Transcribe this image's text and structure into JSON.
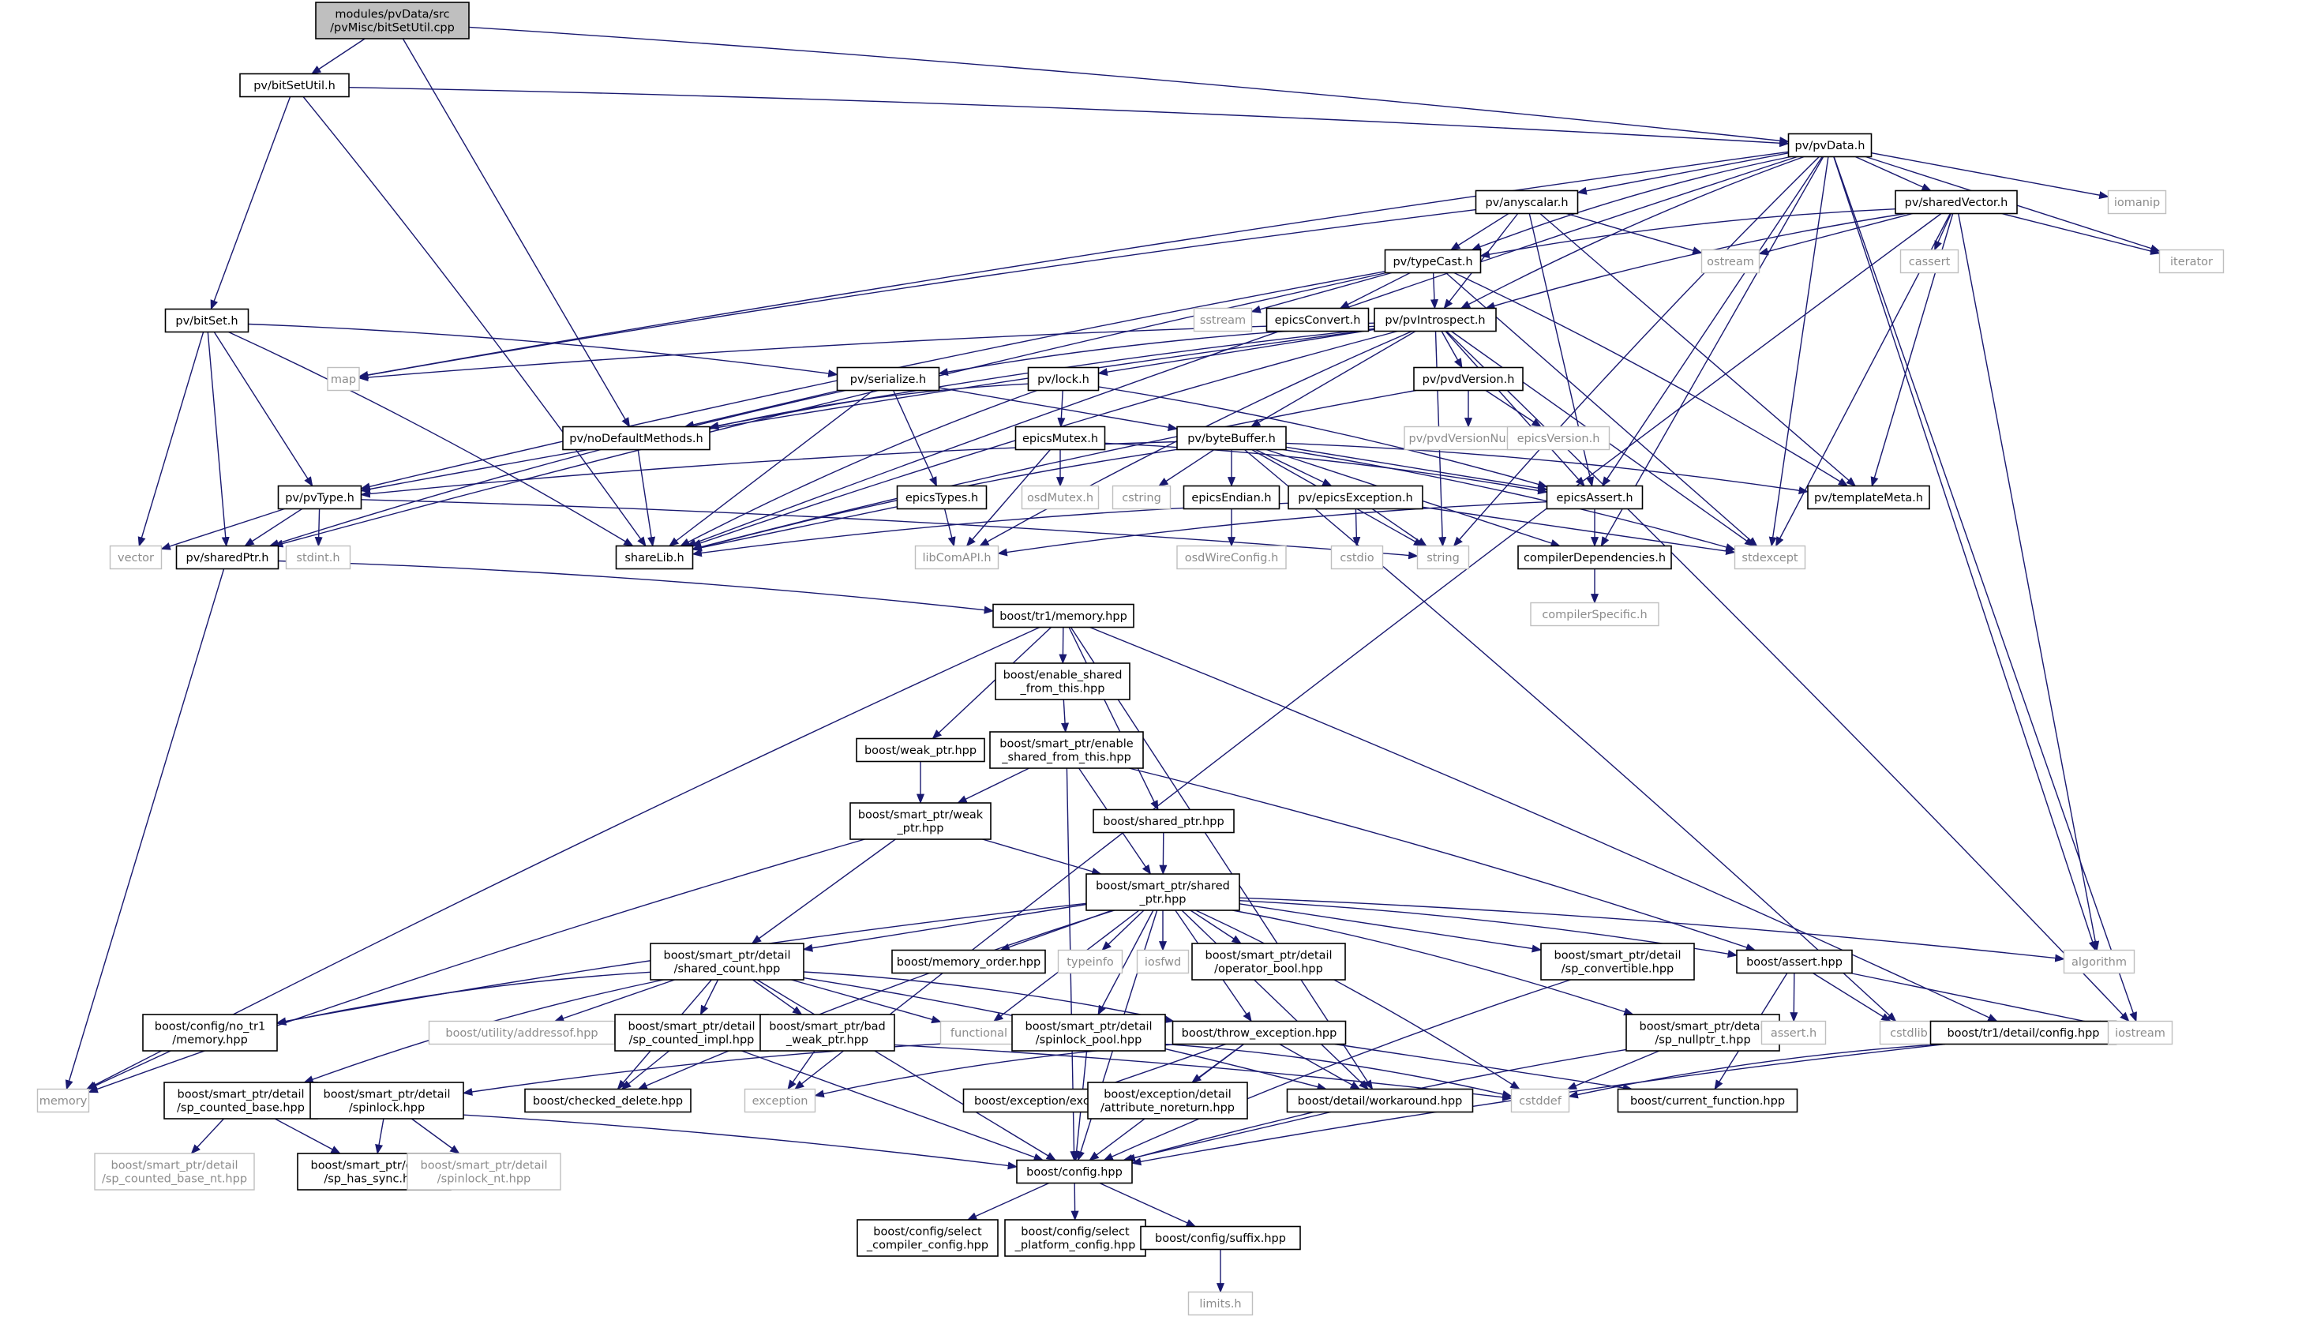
{
  "colors": {
    "edge": "#191970",
    "root_fill": "#bfbfbf",
    "external_border": "#bfbfbf",
    "external_text": "#8c8c8c"
  },
  "nodes": [
    {
      "id": "root",
      "lines": [
        "modules/pvData/src",
        "/pvMisc/bitSetUtil.cpp"
      ],
      "kind": "root"
    },
    {
      "id": "bitSetUtil",
      "lines": [
        "pv/bitSetUtil.h"
      ],
      "kind": "doc"
    },
    {
      "id": "pvData",
      "lines": [
        "pv/pvData.h"
      ],
      "kind": "doc"
    },
    {
      "id": "bitSet",
      "lines": [
        "pv/bitSet.h"
      ],
      "kind": "doc"
    },
    {
      "id": "anyscalar",
      "lines": [
        "pv/anyscalar.h"
      ],
      "kind": "doc"
    },
    {
      "id": "sharedVector",
      "lines": [
        "pv/sharedVector.h"
      ],
      "kind": "doc"
    },
    {
      "id": "iomanip",
      "lines": [
        "iomanip"
      ],
      "kind": "sys"
    },
    {
      "id": "ostream",
      "lines": [
        "ostream"
      ],
      "kind": "sys"
    },
    {
      "id": "cassert",
      "lines": [
        "cassert"
      ],
      "kind": "sys"
    },
    {
      "id": "iterator",
      "lines": [
        "iterator"
      ],
      "kind": "sys"
    },
    {
      "id": "typeCast",
      "lines": [
        "pv/typeCast.h"
      ],
      "kind": "doc"
    },
    {
      "id": "sstream",
      "lines": [
        "sstream"
      ],
      "kind": "sys"
    },
    {
      "id": "epicsConvert",
      "lines": [
        "epicsConvert.h"
      ],
      "kind": "doc"
    },
    {
      "id": "pvIntrospect",
      "lines": [
        "pv/pvIntrospect.h"
      ],
      "kind": "doc"
    },
    {
      "id": "map",
      "lines": [
        "map"
      ],
      "kind": "sys"
    },
    {
      "id": "serialize",
      "lines": [
        "pv/serialize.h"
      ],
      "kind": "doc"
    },
    {
      "id": "lock",
      "lines": [
        "pv/lock.h"
      ],
      "kind": "doc"
    },
    {
      "id": "pvdVersion",
      "lines": [
        "pv/pvdVersion.h"
      ],
      "kind": "doc"
    },
    {
      "id": "noDefault",
      "lines": [
        "pv/noDefaultMethods.h"
      ],
      "kind": "doc"
    },
    {
      "id": "byteBuffer",
      "lines": [
        "pv/byteBuffer.h"
      ],
      "kind": "doc"
    },
    {
      "id": "epicsMutex",
      "lines": [
        "epicsMutex.h"
      ],
      "kind": "doc"
    },
    {
      "id": "pvdVersionNum",
      "lines": [
        "pv/pvdVersionNum.h"
      ],
      "kind": "sys"
    },
    {
      "id": "epicsVersion",
      "lines": [
        "epicsVersion.h"
      ],
      "kind": "sys"
    },
    {
      "id": "pvType",
      "lines": [
        "pv/pvType.h"
      ],
      "kind": "doc"
    },
    {
      "id": "epicsTypes",
      "lines": [
        "epicsTypes.h"
      ],
      "kind": "doc"
    },
    {
      "id": "osdMutex",
      "lines": [
        "osdMutex.h"
      ],
      "kind": "sys"
    },
    {
      "id": "cstring",
      "lines": [
        "cstring"
      ],
      "kind": "sys"
    },
    {
      "id": "epicsEndian",
      "lines": [
        "epicsEndian.h"
      ],
      "kind": "doc"
    },
    {
      "id": "pvEpicsException",
      "lines": [
        "pv/epicsException.h"
      ],
      "kind": "doc"
    },
    {
      "id": "epicsAssert",
      "lines": [
        "epicsAssert.h"
      ],
      "kind": "doc"
    },
    {
      "id": "templateMeta",
      "lines": [
        "pv/templateMeta.h"
      ],
      "kind": "doc"
    },
    {
      "id": "vector",
      "lines": [
        "vector"
      ],
      "kind": "sys"
    },
    {
      "id": "stdint",
      "lines": [
        "stdint.h"
      ],
      "kind": "sys"
    },
    {
      "id": "sharedPtr",
      "lines": [
        "pv/sharedPtr.h"
      ],
      "kind": "doc"
    },
    {
      "id": "shareLib",
      "lines": [
        "shareLib.h"
      ],
      "kind": "doc"
    },
    {
      "id": "libComAPI",
      "lines": [
        "libComAPI.h"
      ],
      "kind": "sys"
    },
    {
      "id": "osdWireConfig",
      "lines": [
        "osdWireConfig.h"
      ],
      "kind": "sys"
    },
    {
      "id": "cstdio",
      "lines": [
        "cstdio"
      ],
      "kind": "sys"
    },
    {
      "id": "string",
      "lines": [
        "string"
      ],
      "kind": "sys"
    },
    {
      "id": "compilerDep",
      "lines": [
        "compilerDependencies.h"
      ],
      "kind": "doc"
    },
    {
      "id": "stdexcept",
      "lines": [
        "stdexcept"
      ],
      "kind": "sys"
    },
    {
      "id": "compilerSpecific",
      "lines": [
        "compilerSpecific.h"
      ],
      "kind": "sys"
    },
    {
      "id": "tr1memory",
      "lines": [
        "boost/tr1/memory.hpp"
      ],
      "kind": "doc"
    },
    {
      "id": "enableShared",
      "lines": [
        "boost/enable_shared",
        "_from_this.hpp"
      ],
      "kind": "doc"
    },
    {
      "id": "weakPtr",
      "lines": [
        "boost/weak_ptr.hpp"
      ],
      "kind": "doc"
    },
    {
      "id": "spEnableShared",
      "lines": [
        "boost/smart_ptr/enable",
        "_shared_from_this.hpp"
      ],
      "kind": "doc"
    },
    {
      "id": "spWeakPtr",
      "lines": [
        "boost/smart_ptr/weak",
        "_ptr.hpp"
      ],
      "kind": "doc"
    },
    {
      "id": "sharedPtrHpp",
      "lines": [
        "boost/shared_ptr.hpp"
      ],
      "kind": "doc"
    },
    {
      "id": "spSharedPtr",
      "lines": [
        "boost/smart_ptr/shared",
        "_ptr.hpp"
      ],
      "kind": "doc"
    },
    {
      "id": "memoryOrder",
      "lines": [
        "boost/memory_order.hpp"
      ],
      "kind": "doc"
    },
    {
      "id": "typeinfo",
      "lines": [
        "typeinfo"
      ],
      "kind": "sys"
    },
    {
      "id": "iosfwd",
      "lines": [
        "iosfwd"
      ],
      "kind": "sys"
    },
    {
      "id": "operatorBool",
      "lines": [
        "boost/smart_ptr/detail",
        "/operator_bool.hpp"
      ],
      "kind": "doc"
    },
    {
      "id": "spConvertible",
      "lines": [
        "boost/smart_ptr/detail",
        "/sp_convertible.hpp"
      ],
      "kind": "doc"
    },
    {
      "id": "boostAssert",
      "lines": [
        "boost/assert.hpp"
      ],
      "kind": "doc"
    },
    {
      "id": "algorithm",
      "lines": [
        "algorithm"
      ],
      "kind": "sys"
    },
    {
      "id": "sharedCount",
      "lines": [
        "boost/smart_ptr/detail",
        "/shared_count.hpp"
      ],
      "kind": "doc"
    },
    {
      "id": "noTr1",
      "lines": [
        "boost/config/no_tr1",
        "/memory.hpp"
      ],
      "kind": "doc"
    },
    {
      "id": "addressof",
      "lines": [
        "boost/utility/addressof.hpp"
      ],
      "kind": "sys"
    },
    {
      "id": "spCountedImpl",
      "lines": [
        "boost/smart_ptr/detail",
        "/sp_counted_impl.hpp"
      ],
      "kind": "doc"
    },
    {
      "id": "badWeakPtr",
      "lines": [
        "boost/smart_ptr/bad",
        "_weak_ptr.hpp"
      ],
      "kind": "doc"
    },
    {
      "id": "functional",
      "lines": [
        "functional"
      ],
      "kind": "sys"
    },
    {
      "id": "spinlockPool",
      "lines": [
        "boost/smart_ptr/detail",
        "/spinlock_pool.hpp"
      ],
      "kind": "doc"
    },
    {
      "id": "throwException",
      "lines": [
        "boost/throw_exception.hpp"
      ],
      "kind": "doc"
    },
    {
      "id": "spNullptr",
      "lines": [
        "boost/smart_ptr/detail",
        "/sp_nullptr_t.hpp"
      ],
      "kind": "doc"
    },
    {
      "id": "assertH",
      "lines": [
        "assert.h"
      ],
      "kind": "sys"
    },
    {
      "id": "cstdlib",
      "lines": [
        "cstdlib"
      ],
      "kind": "sys"
    },
    {
      "id": "tr1Config",
      "lines": [
        "boost/tr1/detail/config.hpp"
      ],
      "kind": "doc"
    },
    {
      "id": "iostream",
      "lines": [
        "iostream"
      ],
      "kind": "sys"
    },
    {
      "id": "memory",
      "lines": [
        "memory"
      ],
      "kind": "sys"
    },
    {
      "id": "spCountedBase",
      "lines": [
        "boost/smart_ptr/detail",
        "/sp_counted_base.hpp"
      ],
      "kind": "doc"
    },
    {
      "id": "spinlock",
      "lines": [
        "boost/smart_ptr/detail",
        "/spinlock.hpp"
      ],
      "kind": "doc"
    },
    {
      "id": "checkedDelete",
      "lines": [
        "boost/checked_delete.hpp"
      ],
      "kind": "doc"
    },
    {
      "id": "exception",
      "lines": [
        "exception"
      ],
      "kind": "sys"
    },
    {
      "id": "boostException",
      "lines": [
        "boost/exception/exception.hpp"
      ],
      "kind": "doc"
    },
    {
      "id": "attrNoreturn",
      "lines": [
        "boost/exception/detail",
        "/attribute_noreturn.hpp"
      ],
      "kind": "doc"
    },
    {
      "id": "workaround",
      "lines": [
        "boost/detail/workaround.hpp"
      ],
      "kind": "doc"
    },
    {
      "id": "cstddef",
      "lines": [
        "cstddef"
      ],
      "kind": "sys"
    },
    {
      "id": "currentFunction",
      "lines": [
        "boost/current_function.hpp"
      ],
      "kind": "doc"
    },
    {
      "id": "spCountedBaseNt",
      "lines": [
        "boost/smart_ptr/detail",
        "/sp_counted_base_nt.hpp"
      ],
      "kind": "sys"
    },
    {
      "id": "spHasSync",
      "lines": [
        "boost/smart_ptr/detail",
        "/sp_has_sync.hpp"
      ],
      "kind": "doc"
    },
    {
      "id": "spinlockNt",
      "lines": [
        "boost/smart_ptr/detail",
        "/spinlock_nt.hpp"
      ],
      "kind": "sys"
    },
    {
      "id": "boostConfig",
      "lines": [
        "boost/config.hpp"
      ],
      "kind": "doc"
    },
    {
      "id": "selectCompiler",
      "lines": [
        "boost/config/select",
        "_compiler_config.hpp"
      ],
      "kind": "doc"
    },
    {
      "id": "selectPlatform",
      "lines": [
        "boost/config/select",
        "_platform_config.hpp"
      ],
      "kind": "doc"
    },
    {
      "id": "suffix",
      "lines": [
        "boost/config/suffix.hpp"
      ],
      "kind": "doc"
    },
    {
      "id": "limits",
      "lines": [
        "limits.h"
      ],
      "kind": "sys"
    }
  ],
  "edges": [
    [
      "root",
      "bitSetUtil"
    ],
    [
      "root",
      "pvData"
    ],
    [
      "root",
      "noDefault"
    ],
    [
      "bitSetUtil",
      "pvData"
    ],
    [
      "bitSetUtil",
      "bitSet"
    ],
    [
      "bitSetUtil",
      "shareLib"
    ],
    [
      "pvData",
      "anyscalar"
    ],
    [
      "pvData",
      "sharedVector"
    ],
    [
      "pvData",
      "iomanip"
    ],
    [
      "pvData",
      "iterator"
    ],
    [
      "pvData",
      "typeCast"
    ],
    [
      "pvData",
      "pvIntrospect"
    ],
    [
      "pvData",
      "map"
    ],
    [
      "pvData",
      "epicsAssert"
    ],
    [
      "pvData",
      "stdexcept"
    ],
    [
      "pvData",
      "string"
    ],
    [
      "pvData",
      "algorithm"
    ],
    [
      "pvData",
      "iostream"
    ],
    [
      "pvData",
      "compilerDep"
    ],
    [
      "pvData",
      "shareLib"
    ],
    [
      "anyscalar",
      "typeCast"
    ],
    [
      "anyscalar",
      "pvIntrospect"
    ],
    [
      "anyscalar",
      "ostream"
    ],
    [
      "anyscalar",
      "epicsAssert"
    ],
    [
      "anyscalar",
      "templateMeta"
    ],
    [
      "anyscalar",
      "map"
    ],
    [
      "sharedVector",
      "ostream"
    ],
    [
      "sharedVector",
      "cassert"
    ],
    [
      "sharedVector",
      "iterator"
    ],
    [
      "sharedVector",
      "typeCast"
    ],
    [
      "sharedVector",
      "pvIntrospect"
    ],
    [
      "sharedVector",
      "templateMeta"
    ],
    [
      "sharedVector",
      "stdexcept"
    ],
    [
      "sharedVector",
      "algorithm"
    ],
    [
      "sharedVector",
      "exception"
    ],
    [
      "typeCast",
      "sstream"
    ],
    [
      "typeCast",
      "epicsConvert"
    ],
    [
      "typeCast",
      "pvIntrospect"
    ],
    [
      "typeCast",
      "pvType"
    ],
    [
      "typeCast",
      "templateMeta"
    ],
    [
      "typeCast",
      "stdexcept"
    ],
    [
      "typeCast",
      "sharedPtr"
    ],
    [
      "pvIntrospect",
      "map"
    ],
    [
      "pvIntrospect",
      "serialize"
    ],
    [
      "pvIntrospect",
      "lock"
    ],
    [
      "pvIntrospect",
      "pvdVersion"
    ],
    [
      "pvIntrospect",
      "noDefault"
    ],
    [
      "pvIntrospect",
      "byteBuffer"
    ],
    [
      "pvIntrospect",
      "pvType"
    ],
    [
      "pvIntrospect",
      "shareLib"
    ],
    [
      "pvIntrospect",
      "epicsAssert"
    ],
    [
      "pvIntrospect",
      "string"
    ],
    [
      "pvIntrospect",
      "stdexcept"
    ],
    [
      "pvIntrospect",
      "iostream"
    ],
    [
      "pvIntrospect",
      "libComAPI"
    ],
    [
      "bitSet",
      "serialize"
    ],
    [
      "bitSet",
      "pvType"
    ],
    [
      "bitSet",
      "sharedPtr"
    ],
    [
      "bitSet",
      "vector"
    ],
    [
      "bitSet",
      "shareLib"
    ],
    [
      "serialize",
      "byteBuffer"
    ],
    [
      "serialize",
      "epicsTypes"
    ],
    [
      "serialize",
      "noDefault"
    ],
    [
      "serialize",
      "shareLib"
    ],
    [
      "serialize",
      "sharedPtr"
    ],
    [
      "lock",
      "epicsMutex"
    ],
    [
      "lock",
      "noDefault"
    ],
    [
      "lock",
      "shareLib"
    ],
    [
      "lock",
      "epicsAssert"
    ],
    [
      "pvdVersion",
      "pvdVersionNum"
    ],
    [
      "pvdVersion",
      "epicsVersion"
    ],
    [
      "pvdVersion",
      "shareLib"
    ],
    [
      "noDefault",
      "shareLib"
    ],
    [
      "byteBuffer",
      "cstring"
    ],
    [
      "byteBuffer",
      "epicsEndian"
    ],
    [
      "byteBuffer",
      "pvEpicsException"
    ],
    [
      "byteBuffer",
      "epicsAssert"
    ],
    [
      "byteBuffer",
      "templateMeta"
    ],
    [
      "byteBuffer",
      "pvType"
    ],
    [
      "byteBuffer",
      "string"
    ],
    [
      "byteBuffer",
      "shareLib"
    ],
    [
      "byteBuffer",
      "compilerDep"
    ],
    [
      "byteBuffer",
      "stdexcept"
    ],
    [
      "byteBuffer",
      "cstdlib"
    ],
    [
      "epicsMutex",
      "osdMutex"
    ],
    [
      "epicsMutex",
      "libComAPI"
    ],
    [
      "epicsMutex",
      "epicsAssert"
    ],
    [
      "epicsTypes",
      "libComAPI"
    ],
    [
      "epicsTypes",
      "shareLib"
    ],
    [
      "epicsEndian",
      "osdWireConfig"
    ],
    [
      "pvEpicsException",
      "cstdio"
    ],
    [
      "pvEpicsException",
      "string"
    ],
    [
      "pvEpicsException",
      "stdexcept"
    ],
    [
      "pvEpicsException",
      "shareLib"
    ],
    [
      "epicsAssert",
      "compilerDep"
    ],
    [
      "epicsAssert",
      "libComAPI"
    ],
    [
      "compilerDep",
      "compilerSpecific"
    ],
    [
      "pvType",
      "vector"
    ],
    [
      "pvType",
      "stdint"
    ],
    [
      "pvType",
      "sharedPtr"
    ],
    [
      "pvType",
      "string"
    ],
    [
      "sharedPtr",
      "tr1memory"
    ],
    [
      "sharedPtr",
      "memory"
    ],
    [
      "tr1memory",
      "enableShared"
    ],
    [
      "tr1memory",
      "weakPtr"
    ],
    [
      "tr1memory",
      "sharedPtrHpp"
    ],
    [
      "tr1memory",
      "memory"
    ],
    [
      "tr1memory",
      "tr1Config"
    ],
    [
      "tr1memory",
      "workaround"
    ],
    [
      "enableShared",
      "spEnableShared"
    ],
    [
      "weakPtr",
      "spWeakPtr"
    ],
    [
      "spEnableShared",
      "spWeakPtr"
    ],
    [
      "spEnableShared",
      "spSharedPtr"
    ],
    [
      "spEnableShared",
      "boostAssert"
    ],
    [
      "spEnableShared",
      "boostConfig"
    ],
    [
      "spWeakPtr",
      "spSharedPtr"
    ],
    [
      "spWeakPtr",
      "sharedCount"
    ],
    [
      "spWeakPtr",
      "memory"
    ],
    [
      "sharedPtrHpp",
      "spSharedPtr"
    ],
    [
      "spSharedPtr",
      "memoryOrder"
    ],
    [
      "spSharedPtr",
      "typeinfo"
    ],
    [
      "spSharedPtr",
      "iosfwd"
    ],
    [
      "spSharedPtr",
      "operatorBool"
    ],
    [
      "spSharedPtr",
      "spConvertible"
    ],
    [
      "spSharedPtr",
      "boostAssert"
    ],
    [
      "spSharedPtr",
      "algorithm"
    ],
    [
      "spSharedPtr",
      "sharedCount"
    ],
    [
      "spSharedPtr",
      "noTr1"
    ],
    [
      "spSharedPtr",
      "functional"
    ],
    [
      "spSharedPtr",
      "spinlockPool"
    ],
    [
      "spSharedPtr",
      "throwException"
    ],
    [
      "spSharedPtr",
      "spNullptr"
    ],
    [
      "spSharedPtr",
      "checkedDelete"
    ],
    [
      "spSharedPtr",
      "workaround"
    ],
    [
      "spSharedPtr",
      "cstddef"
    ],
    [
      "spSharedPtr",
      "boostConfig"
    ],
    [
      "boostAssert",
      "assertH"
    ],
    [
      "boostAssert",
      "cstdlib"
    ],
    [
      "boostAssert",
      "iostream"
    ],
    [
      "boostAssert",
      "currentFunction"
    ],
    [
      "sharedCount",
      "noTr1"
    ],
    [
      "sharedCount",
      "addressof"
    ],
    [
      "sharedCount",
      "spCountedImpl"
    ],
    [
      "sharedCount",
      "badWeakPtr"
    ],
    [
      "sharedCount",
      "functional"
    ],
    [
      "sharedCount",
      "throwException"
    ],
    [
      "sharedCount",
      "spCountedBase"
    ],
    [
      "sharedCount",
      "checkedDelete"
    ],
    [
      "sharedCount",
      "workaround"
    ],
    [
      "sharedCount",
      "boostConfig"
    ],
    [
      "noTr1",
      "memory"
    ],
    [
      "spCountedImpl",
      "checkedDelete"
    ],
    [
      "spCountedImpl",
      "cstddef"
    ],
    [
      "spCountedImpl",
      "boostConfig"
    ],
    [
      "badWeakPtr",
      "exception"
    ],
    [
      "spinlockPool",
      "spinlock"
    ],
    [
      "spinlockPool",
      "cstddef"
    ],
    [
      "spinlockPool",
      "boostConfig"
    ],
    [
      "throwException",
      "exception"
    ],
    [
      "throwException",
      "boostException"
    ],
    [
      "throwException",
      "attrNoreturn"
    ],
    [
      "throwException",
      "workaround"
    ],
    [
      "throwException",
      "currentFunction"
    ],
    [
      "throwException",
      "boostConfig"
    ],
    [
      "spNullptr",
      "cstddef"
    ],
    [
      "spNullptr",
      "boostConfig"
    ],
    [
      "spConvertible",
      "boostConfig"
    ],
    [
      "tr1Config",
      "cstddef"
    ],
    [
      "tr1Config",
      "boostConfig"
    ],
    [
      "spCountedBase",
      "spCountedBaseNt"
    ],
    [
      "spCountedBase",
      "spHasSync"
    ],
    [
      "spCountedBase",
      "boostConfig"
    ],
    [
      "spinlock",
      "spHasSync"
    ],
    [
      "spinlock",
      "spinlockNt"
    ],
    [
      "workaround",
      "boostConfig"
    ],
    [
      "boostConfig",
      "selectCompiler"
    ],
    [
      "boostConfig",
      "selectPlatform"
    ],
    [
      "boostConfig",
      "suffix"
    ],
    [
      "suffix",
      "limits"
    ]
  ]
}
